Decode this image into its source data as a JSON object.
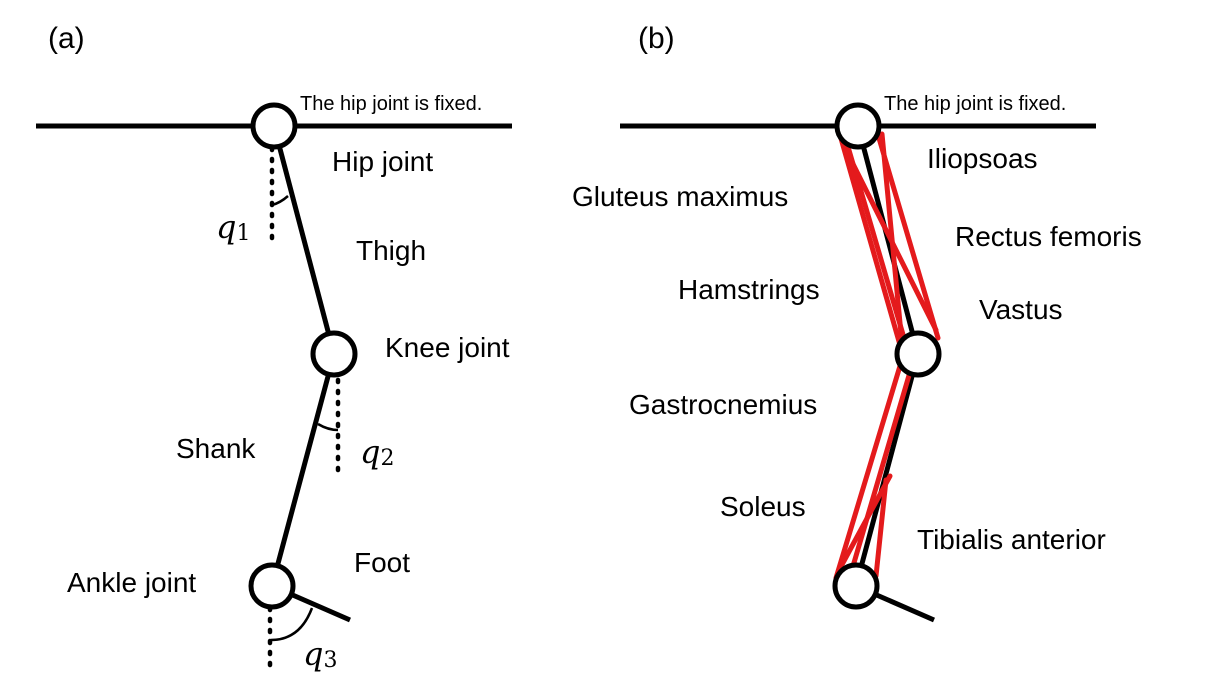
{
  "panel_a": {
    "tag": "(a)",
    "note": "The hip joint is fixed.",
    "labels": {
      "hip_joint": "Hip joint",
      "thigh": "Thigh",
      "knee_joint": "Knee joint",
      "shank": "Shank",
      "ankle_joint": "Ankle joint",
      "foot": "Foot"
    },
    "angles": [
      {
        "symbol": "q",
        "sub": "1"
      },
      {
        "symbol": "q",
        "sub": "2"
      },
      {
        "symbol": "q",
        "sub": "3"
      }
    ]
  },
  "panel_b": {
    "tag": "(b)",
    "note": "The hip joint is fixed.",
    "muscles": {
      "iliopsoas": "Iliopsoas",
      "gluteus_maximus": "Gluteus maximus",
      "rectus_femoris": "Rectus femoris",
      "hamstrings": "Hamstrings",
      "vastus": "Vastus",
      "gastrocnemius": "Gastrocnemius",
      "soleus": "Soleus",
      "tibialis_anterior": "Tibialis anterior"
    },
    "muscle_color": "#e41a1c"
  }
}
